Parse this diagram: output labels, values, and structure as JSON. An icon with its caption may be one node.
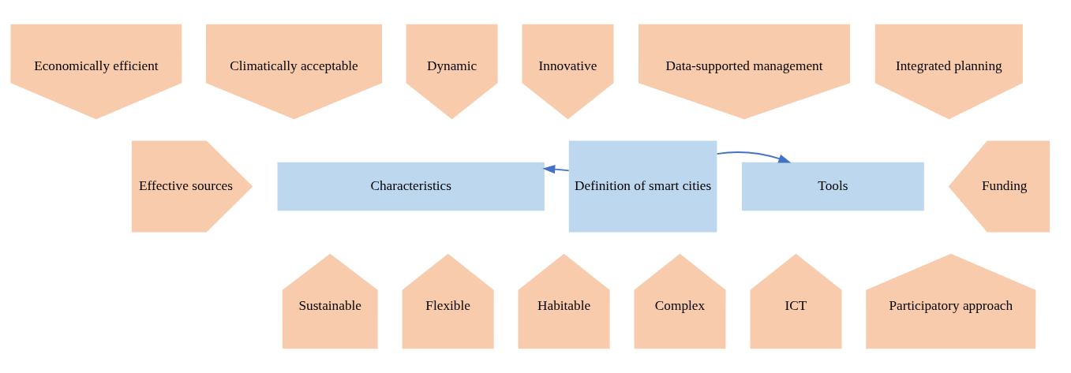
{
  "diagram": {
    "nodes": [
      {
        "text": [
          "Economically efficient"
        ]
      },
      {
        "text": [
          "Climatically acceptable"
        ]
      },
      {
        "text": [
          "Dynamic"
        ]
      },
      {
        "text": [
          "Innovative"
        ]
      },
      {
        "text": [
          "Data-supported management"
        ]
      },
      {
        "text": [
          "Integrated planning"
        ]
      },
      {
        "text": [
          "Effective sources"
        ]
      },
      {
        "text": [
          "Characteristics"
        ]
      },
      {
        "text": [
          "Definition of smart cities"
        ]
      },
      {
        "text": [
          "Tools"
        ]
      },
      {
        "text": [
          "Funding"
        ]
      },
      {
        "text": [
          "Sustainable"
        ]
      },
      {
        "text": [
          "Flexible"
        ]
      },
      {
        "text": [
          "Habitable"
        ]
      },
      {
        "text": [
          "Complex"
        ]
      },
      {
        "text": [
          "ICT"
        ]
      },
      {
        "text": [
          "Participatory approach"
        ]
      }
    ],
    "edges": [
      {
        "from": 8,
        "to": 7,
        "arrow": "to"
      },
      {
        "from": 8,
        "to": 9,
        "arrow": "to"
      }
    ]
  }
}
